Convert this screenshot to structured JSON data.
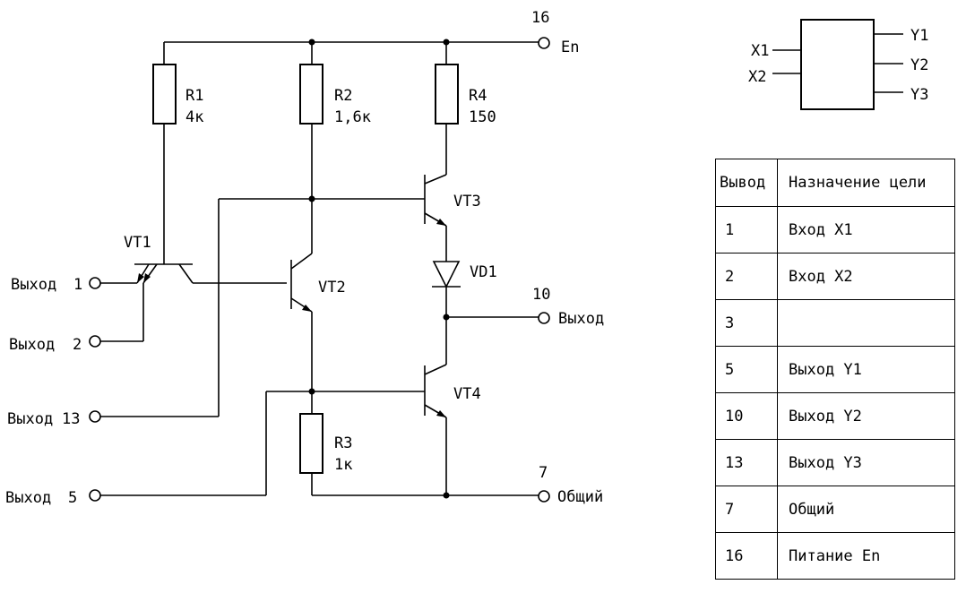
{
  "schematic": {
    "pins": {
      "p16": "16",
      "en": "En",
      "p10": "10",
      "out10": "Выход",
      "p7": "7",
      "gnd": "Общий",
      "p1": "1",
      "in1": "Выход",
      "p2": "2",
      "in2": "Выход",
      "p13": "13",
      "in13": "Выход",
      "p5": "5",
      "in5": "Выход"
    },
    "components": {
      "r1": {
        "name": "R1",
        "value": "4к"
      },
      "r2": {
        "name": "R2",
        "value": "1,6к"
      },
      "r4": {
        "name": "R4",
        "value": "150"
      },
      "r3": {
        "name": "R3",
        "value": "1к"
      },
      "vt1": "VT1",
      "vt2": "VT2",
      "vt3": "VT3",
      "vt4": "VT4",
      "vd1": "VD1"
    }
  },
  "symbol": {
    "in1": "X1",
    "in2": "X2",
    "out1": "Y1",
    "out2": "Y2",
    "out3": "Y3"
  },
  "pin_table": {
    "headers": [
      "Вывод",
      "Назначение цели"
    ],
    "rows": [
      [
        "1",
        "Вход X1"
      ],
      [
        "2",
        "Вход X2"
      ],
      [
        "3",
        ""
      ],
      [
        "5",
        "Выход Y1"
      ],
      [
        "10",
        "Выход Y2"
      ],
      [
        "13",
        "Выход Y3"
      ],
      [
        "7",
        "Общий"
      ],
      [
        "16",
        "Питание En"
      ]
    ]
  }
}
